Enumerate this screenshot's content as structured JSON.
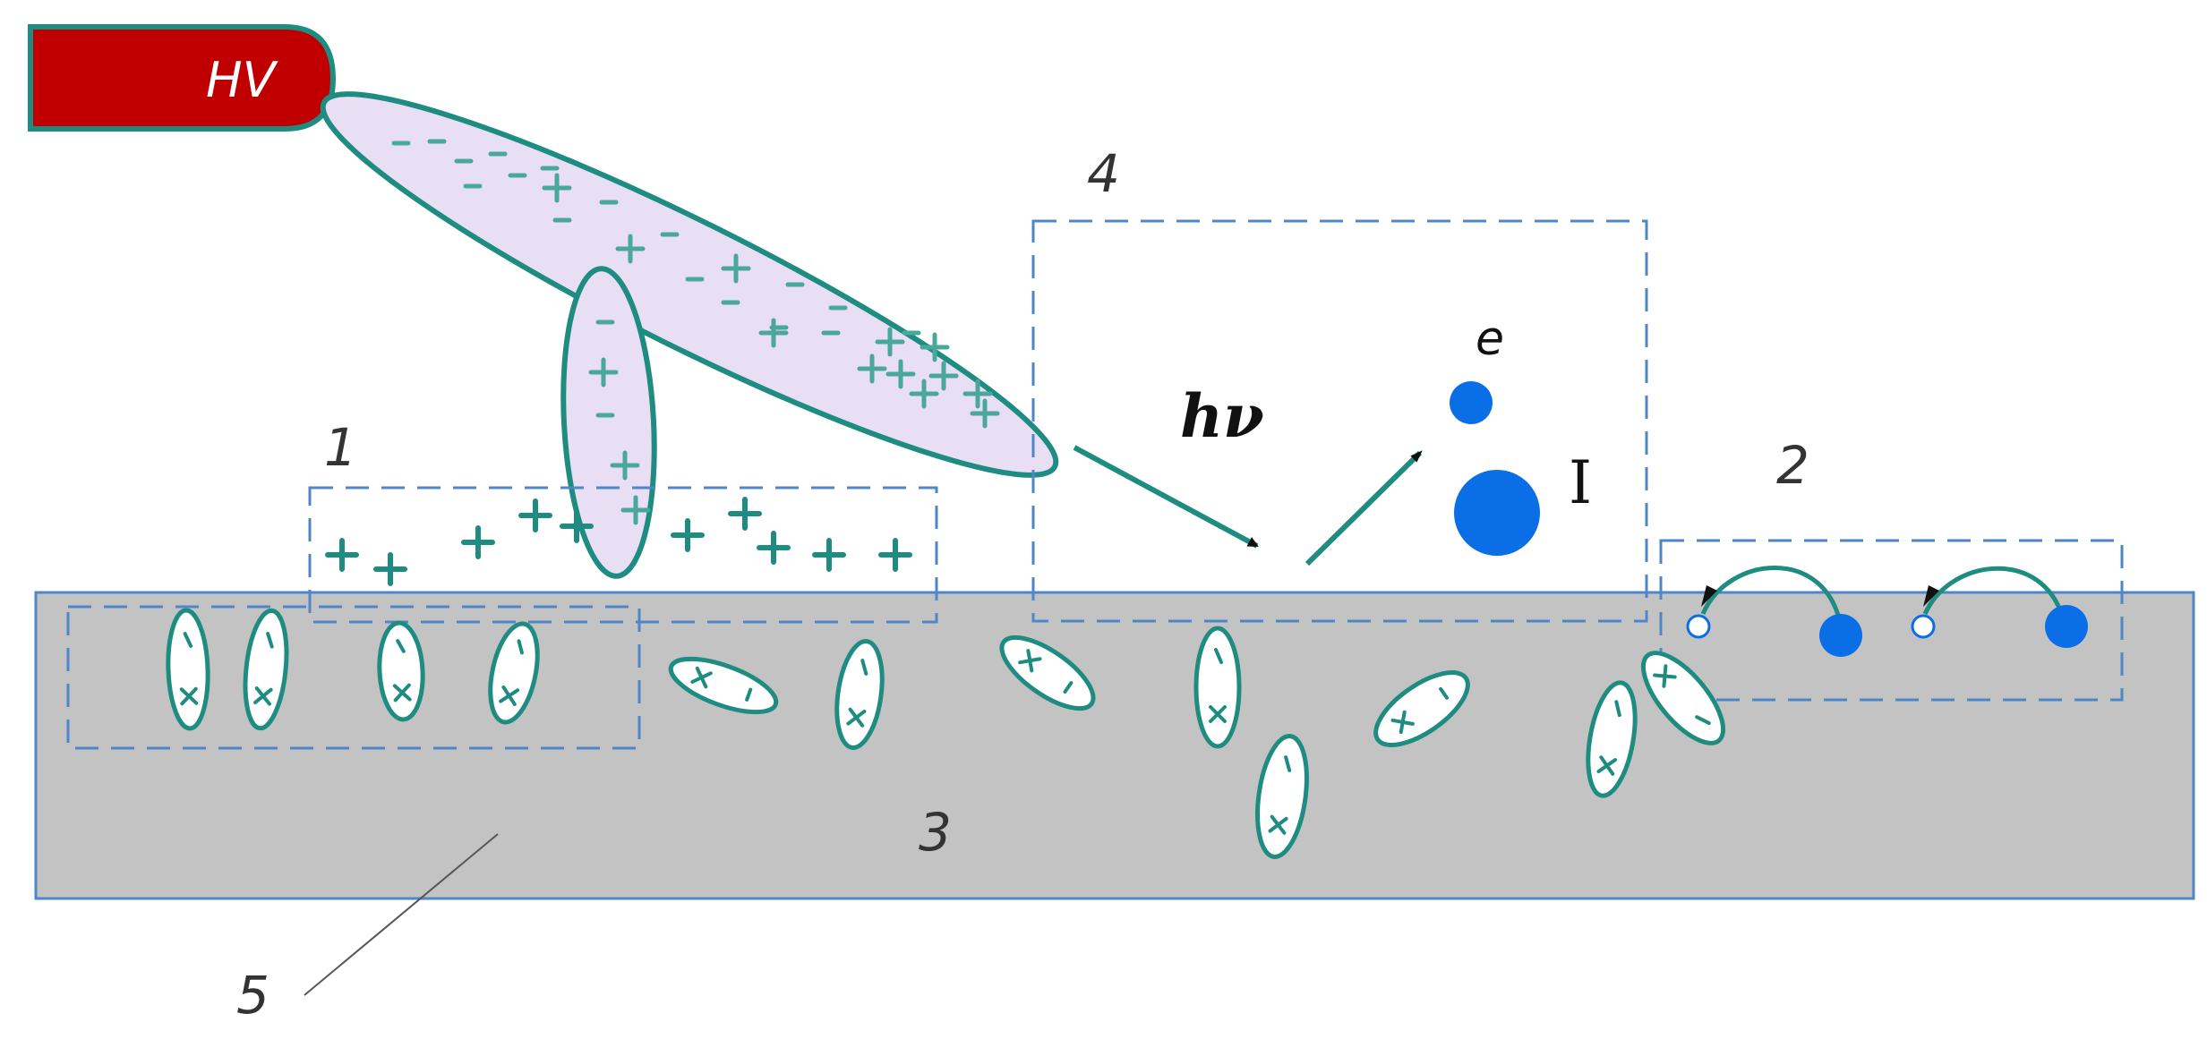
{
  "diagram": {
    "hv_label": "HV",
    "label_1": "1",
    "label_2": "2",
    "label_3": "3",
    "label_4": "4",
    "label_5": "5",
    "photon_label": "hν",
    "electron_label": "e",
    "ion_label": "I",
    "colors": {
      "electrode": "#c00000",
      "outline": "#1e8c80",
      "streamer_fill": "#e8dff5",
      "substrate": "#c3c3c3",
      "substrate_border": "#4f86c6",
      "particle": "#0a6fe6",
      "dashed_box": "#4f86c6"
    }
  }
}
